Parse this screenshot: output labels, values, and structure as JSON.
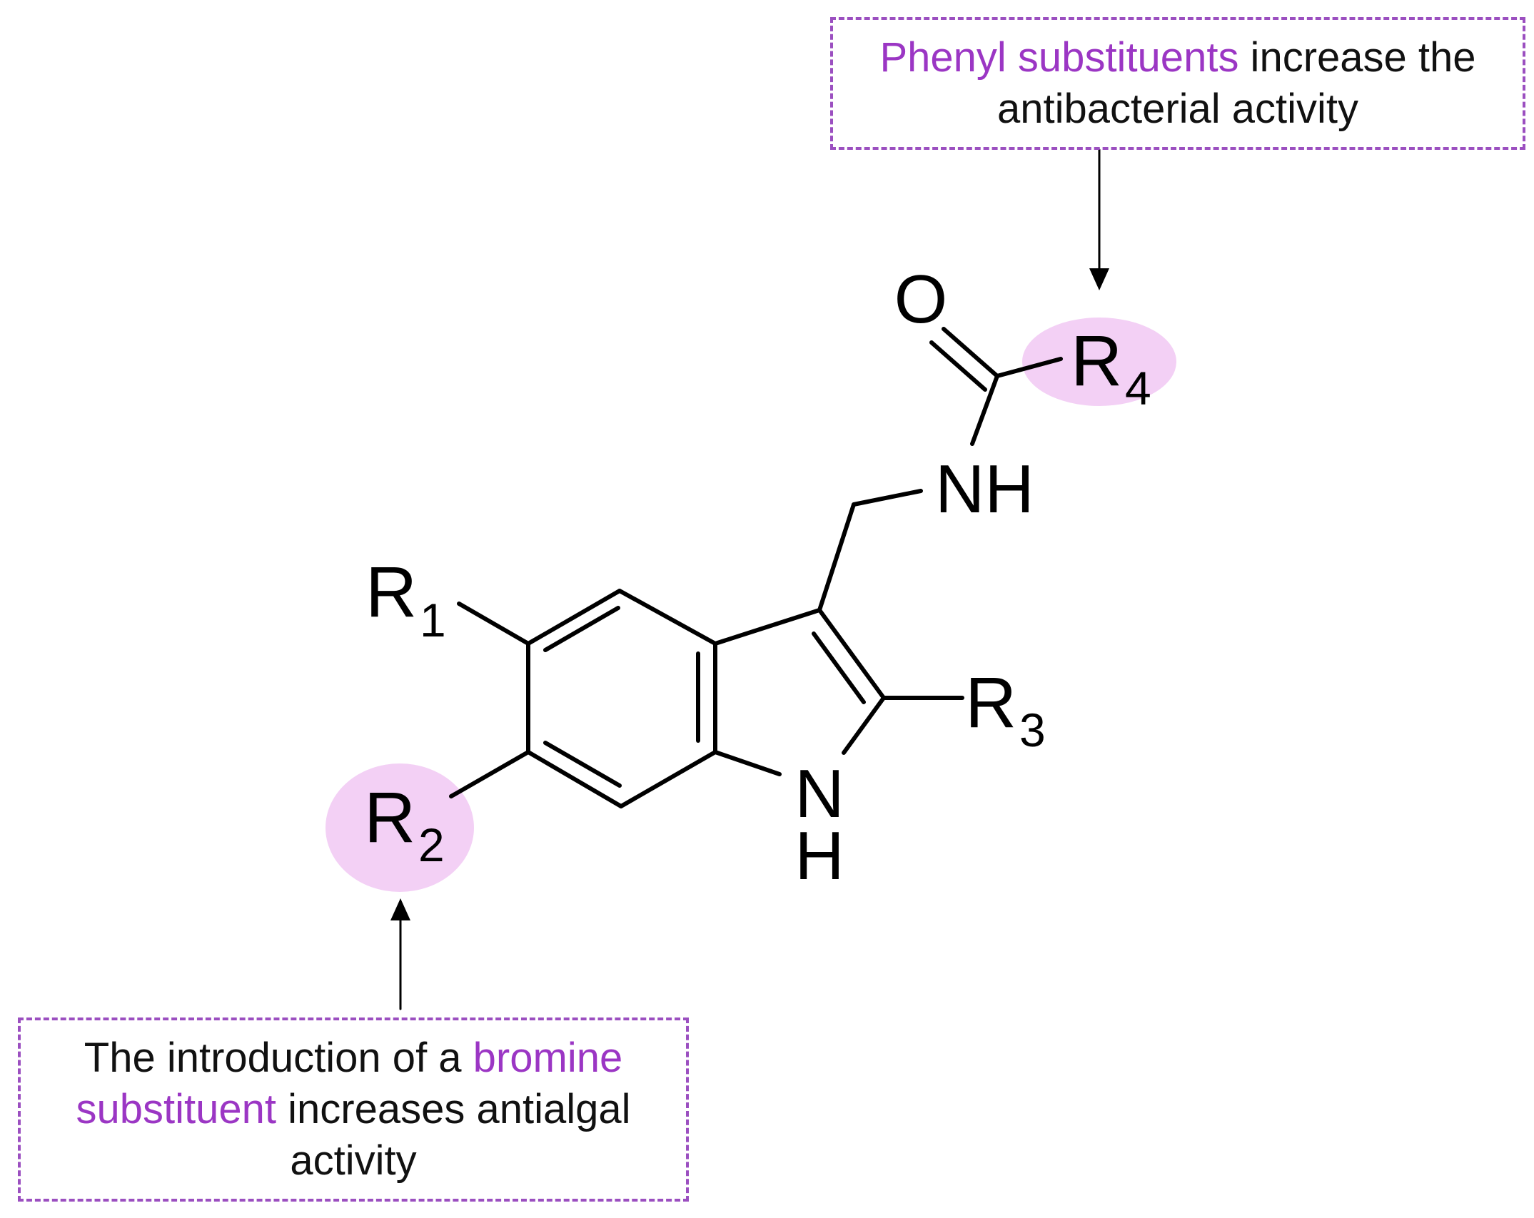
{
  "annotations": {
    "top": {
      "highlight": "Phenyl substituents",
      "rest": " increase the antibacterial activity"
    },
    "bottom": {
      "lead": "The introduction of a ",
      "highlight": "bromine substituent",
      "rest": " increases antialgal activity"
    }
  },
  "molecule": {
    "atoms": {
      "o": "O",
      "nh_amide": "NH",
      "n_ring": "N",
      "h_ring": "H",
      "r_letter": "R",
      "r1_sub": "1",
      "r2_sub": "2",
      "r3_sub": "3",
      "r4_sub": "4"
    }
  },
  "colors": {
    "highlight_text": "#9b36c4",
    "box_border": "#9b4fc0",
    "highlight_fill": "#f3d0f5",
    "bond": "#000000"
  }
}
